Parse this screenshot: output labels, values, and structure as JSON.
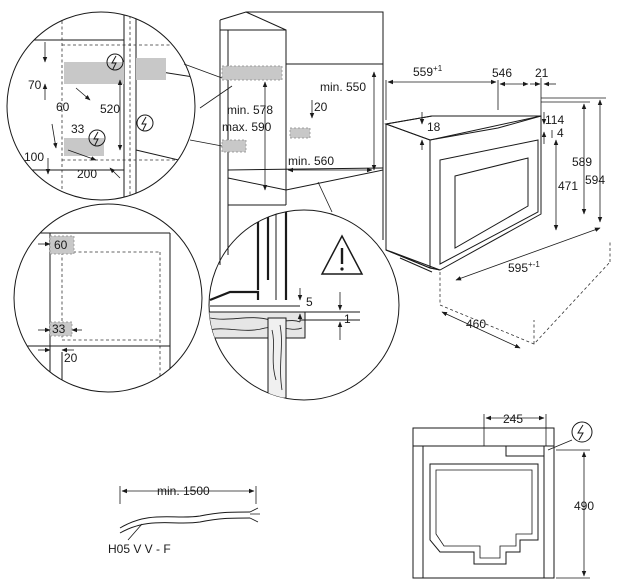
{
  "labels": {
    "circle1": {
      "d70": "70",
      "d60": "60",
      "d520": "520",
      "d33": "33",
      "d100": "100",
      "d200": "200"
    },
    "cabinet": {
      "min578": "min. 578",
      "max590": "max. 590",
      "min550": "min. 550",
      "d20": "20",
      "min560": "min. 560"
    },
    "circle2": {
      "d60": "60",
      "d33": "33",
      "d20": "20"
    },
    "circle3": {
      "d5": "5",
      "d1": "1"
    },
    "oven": {
      "d559": "559",
      "d559_tol": "+1",
      "d546": "546",
      "d21": "21",
      "d18": "18",
      "d114": "114",
      "d4": "4",
      "d471": "471",
      "d589": "589",
      "d594": "594",
      "d595": "595",
      "d595_tol": "+-1",
      "d460": "460"
    },
    "cable": {
      "length": "min. 1500",
      "type": "H05 V V - F"
    },
    "rear": {
      "d245": "245",
      "d490": "490"
    }
  },
  "icons": [
    "electrical-connection-icon",
    "warning-triangle-icon"
  ],
  "colors": {
    "line": "#1a1a1a",
    "shade": "#c8c8c8"
  }
}
